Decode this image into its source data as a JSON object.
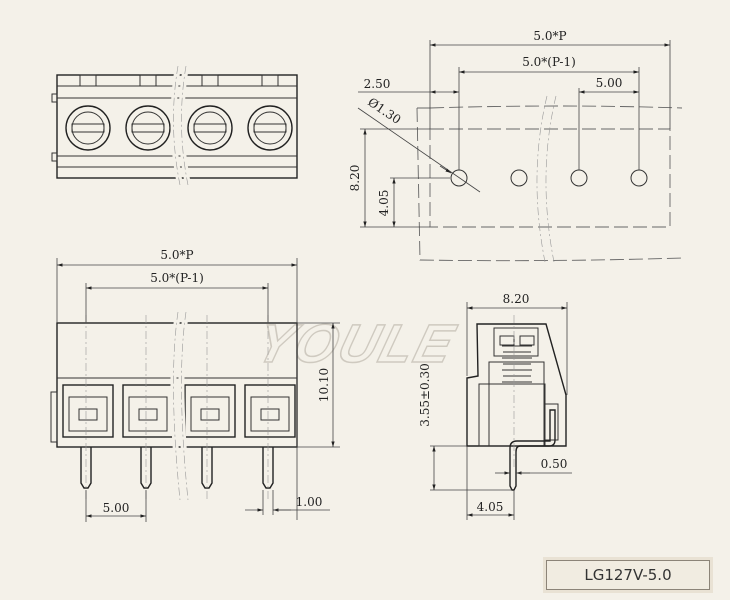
{
  "watermark": "YOULE",
  "model": "LG127V-5.0",
  "top_view": {},
  "footprint": {
    "total_width": "5.0*P",
    "pitch_span": "5.0*(P-1)",
    "pitch": "5.00",
    "edge_offset": "2.50",
    "hole_diameter": "Ø1.30",
    "depth": "8.20",
    "hole_offset": "4.05"
  },
  "front_view": {
    "total_width": "5.0*P",
    "pitch_span": "5.0*(P-1)",
    "height": "10.10",
    "pitch": "5.00",
    "pin_width": "1.00"
  },
  "side_view": {
    "depth": "8.20",
    "pin_length": "3.55±0.30",
    "pin_thickness": "0.50",
    "pin_offset": "4.05"
  }
}
